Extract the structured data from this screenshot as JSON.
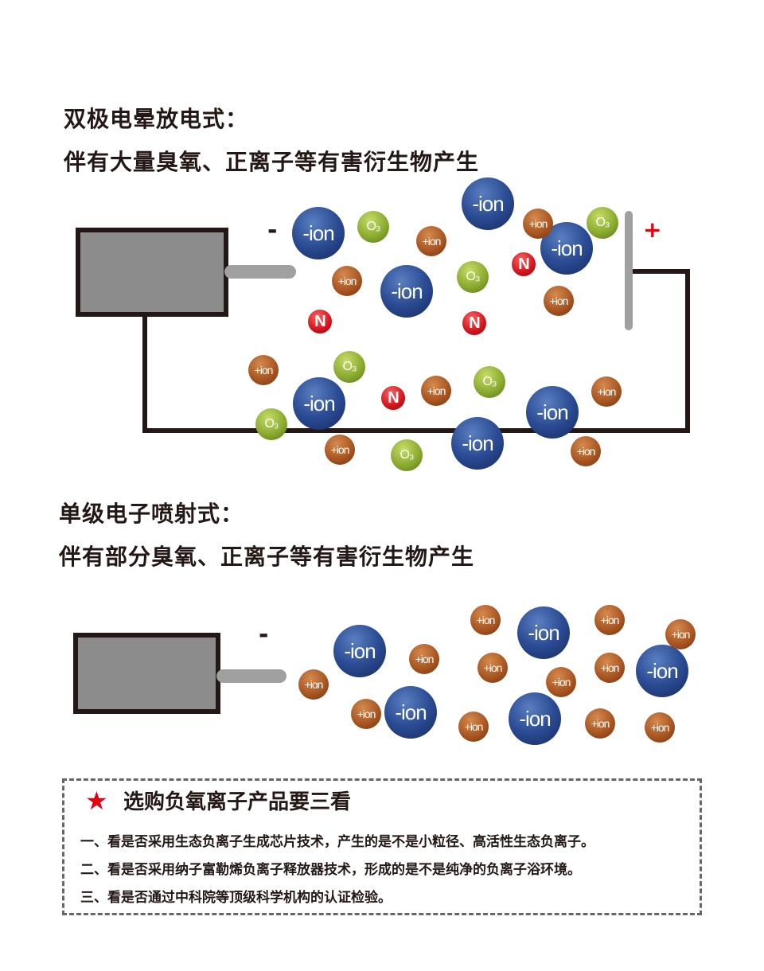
{
  "section1": {
    "title": "双极电晕放电式：",
    "subtitle": "伴有大量臭氧、正离子等有害衍生物产生",
    "minus_sign": "-",
    "plus_sign": "+"
  },
  "section2": {
    "title": "单级电子喷射式：",
    "subtitle": "伴有部分臭氧、正离子等有害衍生物产生",
    "minus_sign": "-"
  },
  "labels": {
    "neg": "-ion",
    "pos": "+ion",
    "o3": "O₃",
    "n": "N"
  },
  "colors": {
    "accent_red": "#e60012",
    "negative_ion": "#2b4c94",
    "positive_ion": "#a5521f",
    "ozone": "#86a72c",
    "nitrogen": "#d1141c"
  },
  "tips": {
    "title": "选购负氧离子产品要三看",
    "items": [
      "一、看是否采用生态负离子生成芯片技术，产生的是不是小粒径、高活性生态负离子。",
      "二、看是否采用纳子富勒烯负离子释放器技术，形成的是不是纯净的负离子浴环境。",
      "三、看是否通过中科院等顶级科学机构的认证检验。"
    ]
  }
}
